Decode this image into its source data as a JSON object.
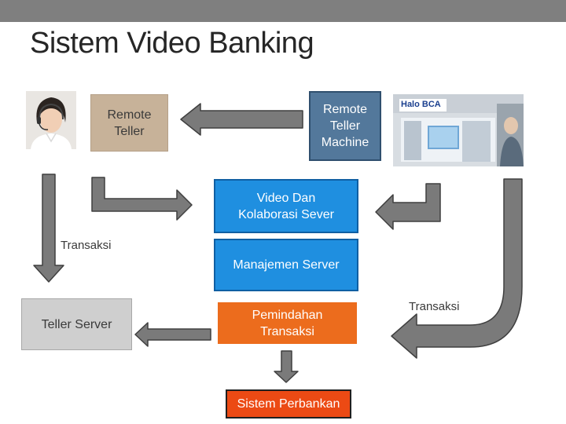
{
  "slide": {
    "title": "Sistem Video Banking"
  },
  "nodes": {
    "remote_teller": "Remote\nTeller",
    "remote_teller_machine": "Remote\nTeller\nMachine",
    "video_server": "Video Dan\nKolaborasi Sever",
    "manajemen_server": "Manajemen Server",
    "teller_server": "Teller Server",
    "pemindahan": "Pemindahan\nTransaksi",
    "sistem_perbankan": "Sistem Perbankan"
  },
  "labels": {
    "transaksi_left": "Transaksi",
    "transaksi_right": "Transaksi"
  },
  "photos": {
    "machine_sign": "Halo BCA"
  },
  "colors": {
    "topbar": "#7f7f7f",
    "tan": "#c7b299",
    "steel": "#53789b",
    "blue": "#1f8fe0",
    "orange": "#ec6c1d",
    "red": "#ec4a14",
    "arrow_fill": "#7a7a7a",
    "arrow_stroke": "#3f3f3f"
  }
}
